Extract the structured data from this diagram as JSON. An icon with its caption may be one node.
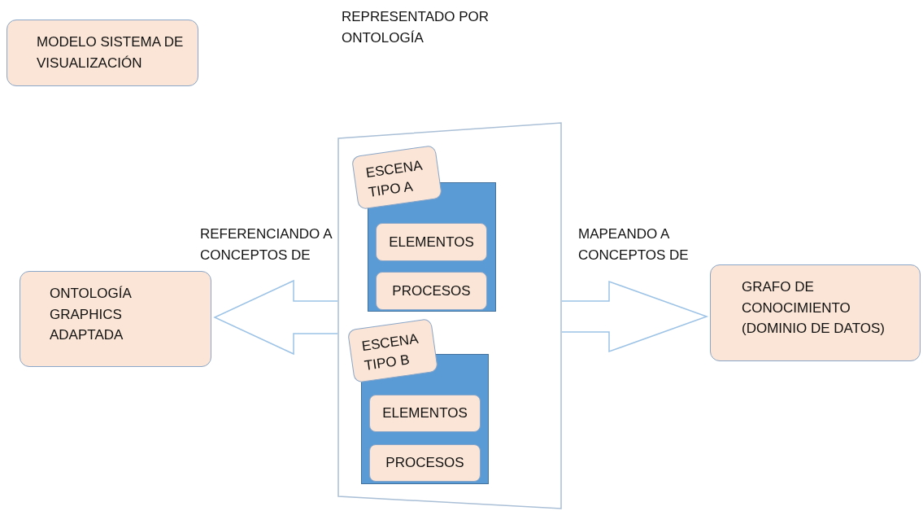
{
  "diagram": {
    "nodes": [
      {
        "text": [
          "MODELO SISTEMA DE VISUALIZACIÓN"
        ]
      },
      {
        "text": [],
        "shape": "box"
      },
      {
        "text": [
          "ESCENA TIPO A"
        ],
        "in": 1
      },
      {
        "text": [
          "ELEMENTOS"
        ],
        "in": 2
      },
      {
        "text": [
          "PROCESOS"
        ],
        "in": 2
      },
      {
        "text": [
          "ESCENA TIPO B"
        ],
        "in": 1
      },
      {
        "text": [
          "ELEMENTOS"
        ],
        "in": 5
      },
      {
        "text": [
          "PROCESOS"
        ],
        "in": 5
      },
      {
        "text": [
          "ONTOLOGÍA GRAPHICS ADAPTADA"
        ]
      },
      {
        "text": [
          "GRAFO DE CONOCIMIENTO (DOMINIO DE DATOS)"
        ]
      }
    ],
    "edges": [
      {
        "from": 1,
        "to": 8,
        "arrow": "to",
        "label": "REFERENCIANDO A CONCEPTOS DE"
      },
      {
        "from": 1,
        "to": 9,
        "arrow": "to",
        "label": "MAPEANDO A CONCEPTOS DE"
      }
    ],
    "labels": [
      "REPRESENTADO POR ONTOLOGÍA"
    ]
  }
}
